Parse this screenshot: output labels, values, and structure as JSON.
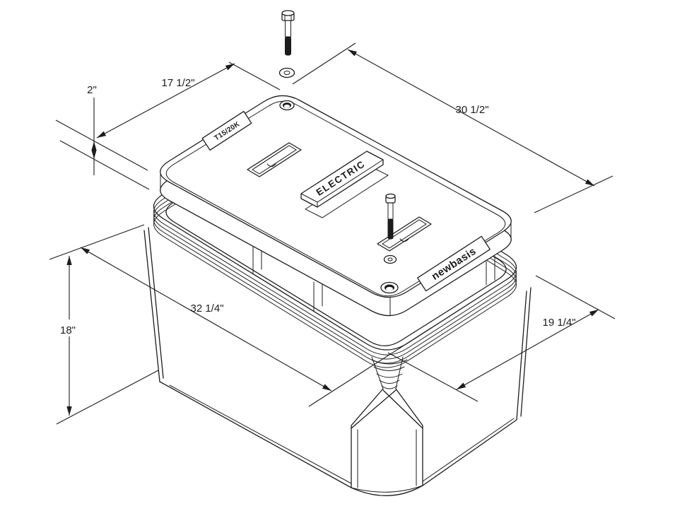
{
  "page": {
    "background": "#ffffff",
    "line_color": "#1c1c1c"
  },
  "product_labels": {
    "model": "T15/20K",
    "service": "ELECTRIC",
    "brand": "newbasis"
  },
  "dimensions": {
    "lid_thickness": "2\"",
    "lid_width": "17 1/2\"",
    "lid_length": "30 1/2\"",
    "box_height": "18\"",
    "box_length": "32 1/4\"",
    "box_width": "19 1/4\""
  }
}
